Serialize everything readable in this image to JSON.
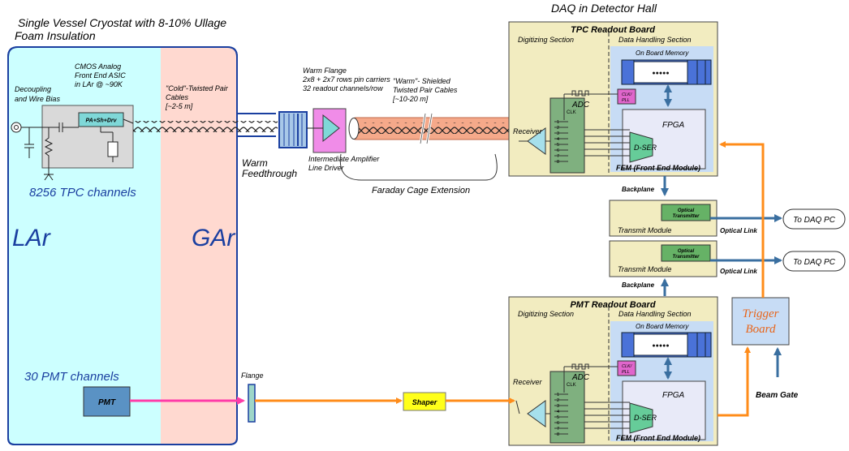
{
  "cryostat": {
    "title1": "Single Vessel Cryostat with 8-10% Ullage",
    "title2": "Foam Insulation",
    "lar_label": "LAr",
    "gar_label": "GAr"
  },
  "daq_title": "DAQ in Detector Hall",
  "tpc_side": {
    "decoupling1": "Decoupling",
    "decoupling2": "and Wire Bias",
    "cmos1": "CMOS Analog",
    "cmos2": "Front End ASIC",
    "cmos3": "in LAr @ ~90K",
    "asic_chip": "PA+Sh+Drv",
    "cold_cable1": "\"Cold\"-Twisted Pair",
    "cold_cable2": "Cables",
    "cold_cable3": "[~2-5 m]",
    "channels": "8256 TPC channels",
    "warm_flange1": "Warm Flange",
    "warm_flange2": "2x8 + 2x7 rows pin carriers",
    "warm_flange3": "32 readout channels/row",
    "warm_cable1": "\"Warm\"- Shielded",
    "warm_cable2": "Twisted Pair Cables",
    "warm_cable3": "[~10-20 m]",
    "amp1": "Intermediate Amplifier",
    "amp2": "Line Driver",
    "feedthrough1": "Warm",
    "feedthrough2": "Feedthrough",
    "faraday": "Faraday Cage Extension"
  },
  "pmt_side": {
    "channels": "30 PMT channels",
    "pmt": "PMT",
    "flange": "Flange",
    "shaper": "Shaper"
  },
  "tpc_board": {
    "title": "TPC Readout Board",
    "digitizing": "Digitizing Section",
    "data_handling": "Data Handling Section",
    "memory": "On Board Memory",
    "memory_dots": "●●●●●",
    "receiver": "Receiver",
    "adc": "ADC",
    "clk": "CLK",
    "clkpll1": "CLK/",
    "clkpll2": "PLL",
    "fpga": "FPGA",
    "dser": "D-SER",
    "fem": "FEM (Front End Module)",
    "pins": [
      "1",
      "2",
      "3",
      "4",
      "5",
      "6",
      "7",
      "8"
    ]
  },
  "pmt_board": {
    "title": "PMT Readout Board",
    "digitizing": "Digitizing Section",
    "data_handling": "Data Handling Section",
    "memory": "On Board Memory",
    "memory_dots": "●●●●●",
    "receiver": "Receiver",
    "adc": "ADC",
    "clk": "CLK",
    "clkpll1": "CLK/",
    "clkpll2": "PLL",
    "fpga": "FPGA",
    "dser": "D-SER",
    "fem": "FEM (Front End Module)",
    "pins": [
      "1",
      "2",
      "3",
      "4",
      "5",
      "6",
      "7",
      "8"
    ]
  },
  "transmit": {
    "module": "Transmit Module",
    "optical1": "Optical",
    "optical2": "Transmitter",
    "backplane": "Backplane",
    "optical_link": "Optical Link",
    "daq_pc": "To DAQ PC"
  },
  "trigger": {
    "label1": "Trigger",
    "label2": "Board",
    "beam_gate": "Beam Gate"
  },
  "colors": {
    "lar_bg": "#ccffff",
    "gar_bg": "#ffd9d0",
    "board_bg": "#f2ecc0",
    "data_bg": "#c7dcf5",
    "adc_bg": "#7fb07f",
    "orange": "#ff8c1a",
    "pink": "#ff3ca8",
    "blue_arrow": "#3a6fa0",
    "trigger_text": "#e8651a"
  }
}
